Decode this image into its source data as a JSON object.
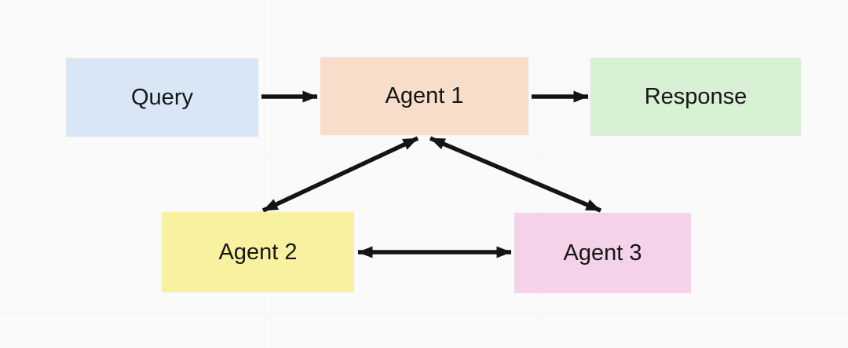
{
  "diagram": {
    "type": "flowchart",
    "background_color": "#fbfafa",
    "arrow_color": "#141414",
    "text_color": "#161616",
    "nodes": [
      {
        "id": "query",
        "label": "Query",
        "fill": "#d9e6f5"
      },
      {
        "id": "agent1",
        "label": "Agent 1",
        "fill": "#f8ddca"
      },
      {
        "id": "response",
        "label": "Response",
        "fill": "#d8f0d4"
      },
      {
        "id": "agent2",
        "label": "Agent 2",
        "fill": "#f8f1a0"
      },
      {
        "id": "agent3",
        "label": "Agent 3",
        "fill": "#f3d2ea"
      }
    ],
    "edges": [
      {
        "from": "Query",
        "to": "Agent 1",
        "direction": "one-way"
      },
      {
        "from": "Agent 1",
        "to": "Response",
        "direction": "one-way"
      },
      {
        "from": "Agent 1",
        "to": "Agent 2",
        "direction": "two-way"
      },
      {
        "from": "Agent 1",
        "to": "Agent 3",
        "direction": "two-way"
      },
      {
        "from": "Agent 2",
        "to": "Agent 3",
        "direction": "two-way"
      }
    ]
  }
}
